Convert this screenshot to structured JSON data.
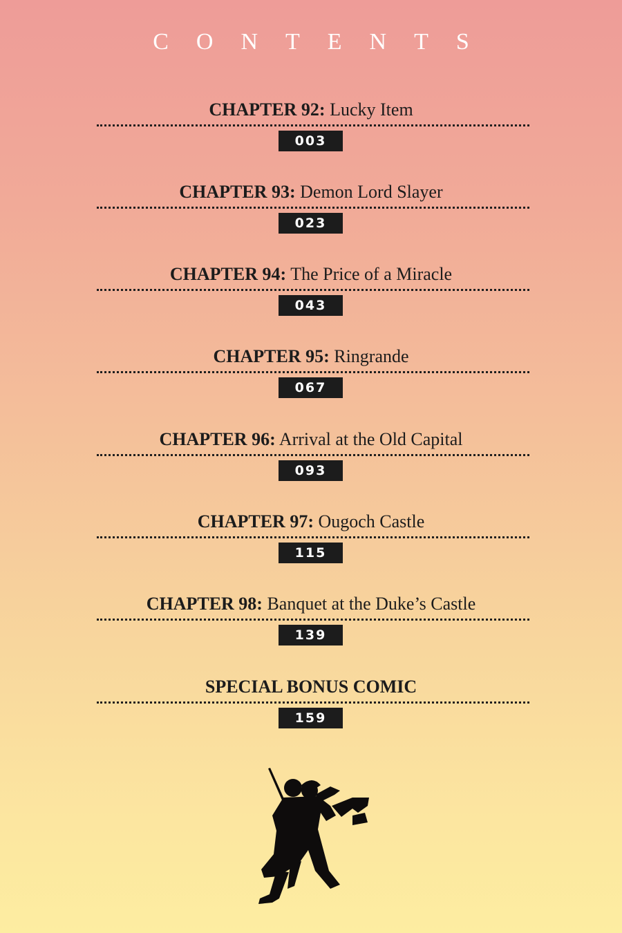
{
  "title": "CONTENTS",
  "entries": [
    {
      "chapter": "CHAPTER 92:",
      "name": " Lucky Item",
      "page": "003"
    },
    {
      "chapter": "CHAPTER 93:",
      "name": " Demon Lord Slayer",
      "page": "023"
    },
    {
      "chapter": "CHAPTER 94:",
      "name": " The Price of a Miracle",
      "page": "043"
    },
    {
      "chapter": "CHAPTER 95:",
      "name": " Ringrande",
      "page": "067"
    },
    {
      "chapter": "CHAPTER 96:",
      "name": " Arrival at the Old Capital",
      "page": "093"
    },
    {
      "chapter": "CHAPTER 97:",
      "name": " Ougoch Castle",
      "page": "115"
    },
    {
      "chapter": "CHAPTER 98:",
      "name": " Banquet at the Duke’s Castle",
      "page": "139"
    },
    {
      "chapter": "SPECIAL BONUS COMIC",
      "name": "",
      "page": "159"
    }
  ],
  "colors": {
    "text": "#1c1c1c",
    "page_box": "#1c1c1c",
    "title": "#ffffff",
    "gradient_top": "#ee9c98",
    "gradient_bottom": "#fdeda1"
  }
}
